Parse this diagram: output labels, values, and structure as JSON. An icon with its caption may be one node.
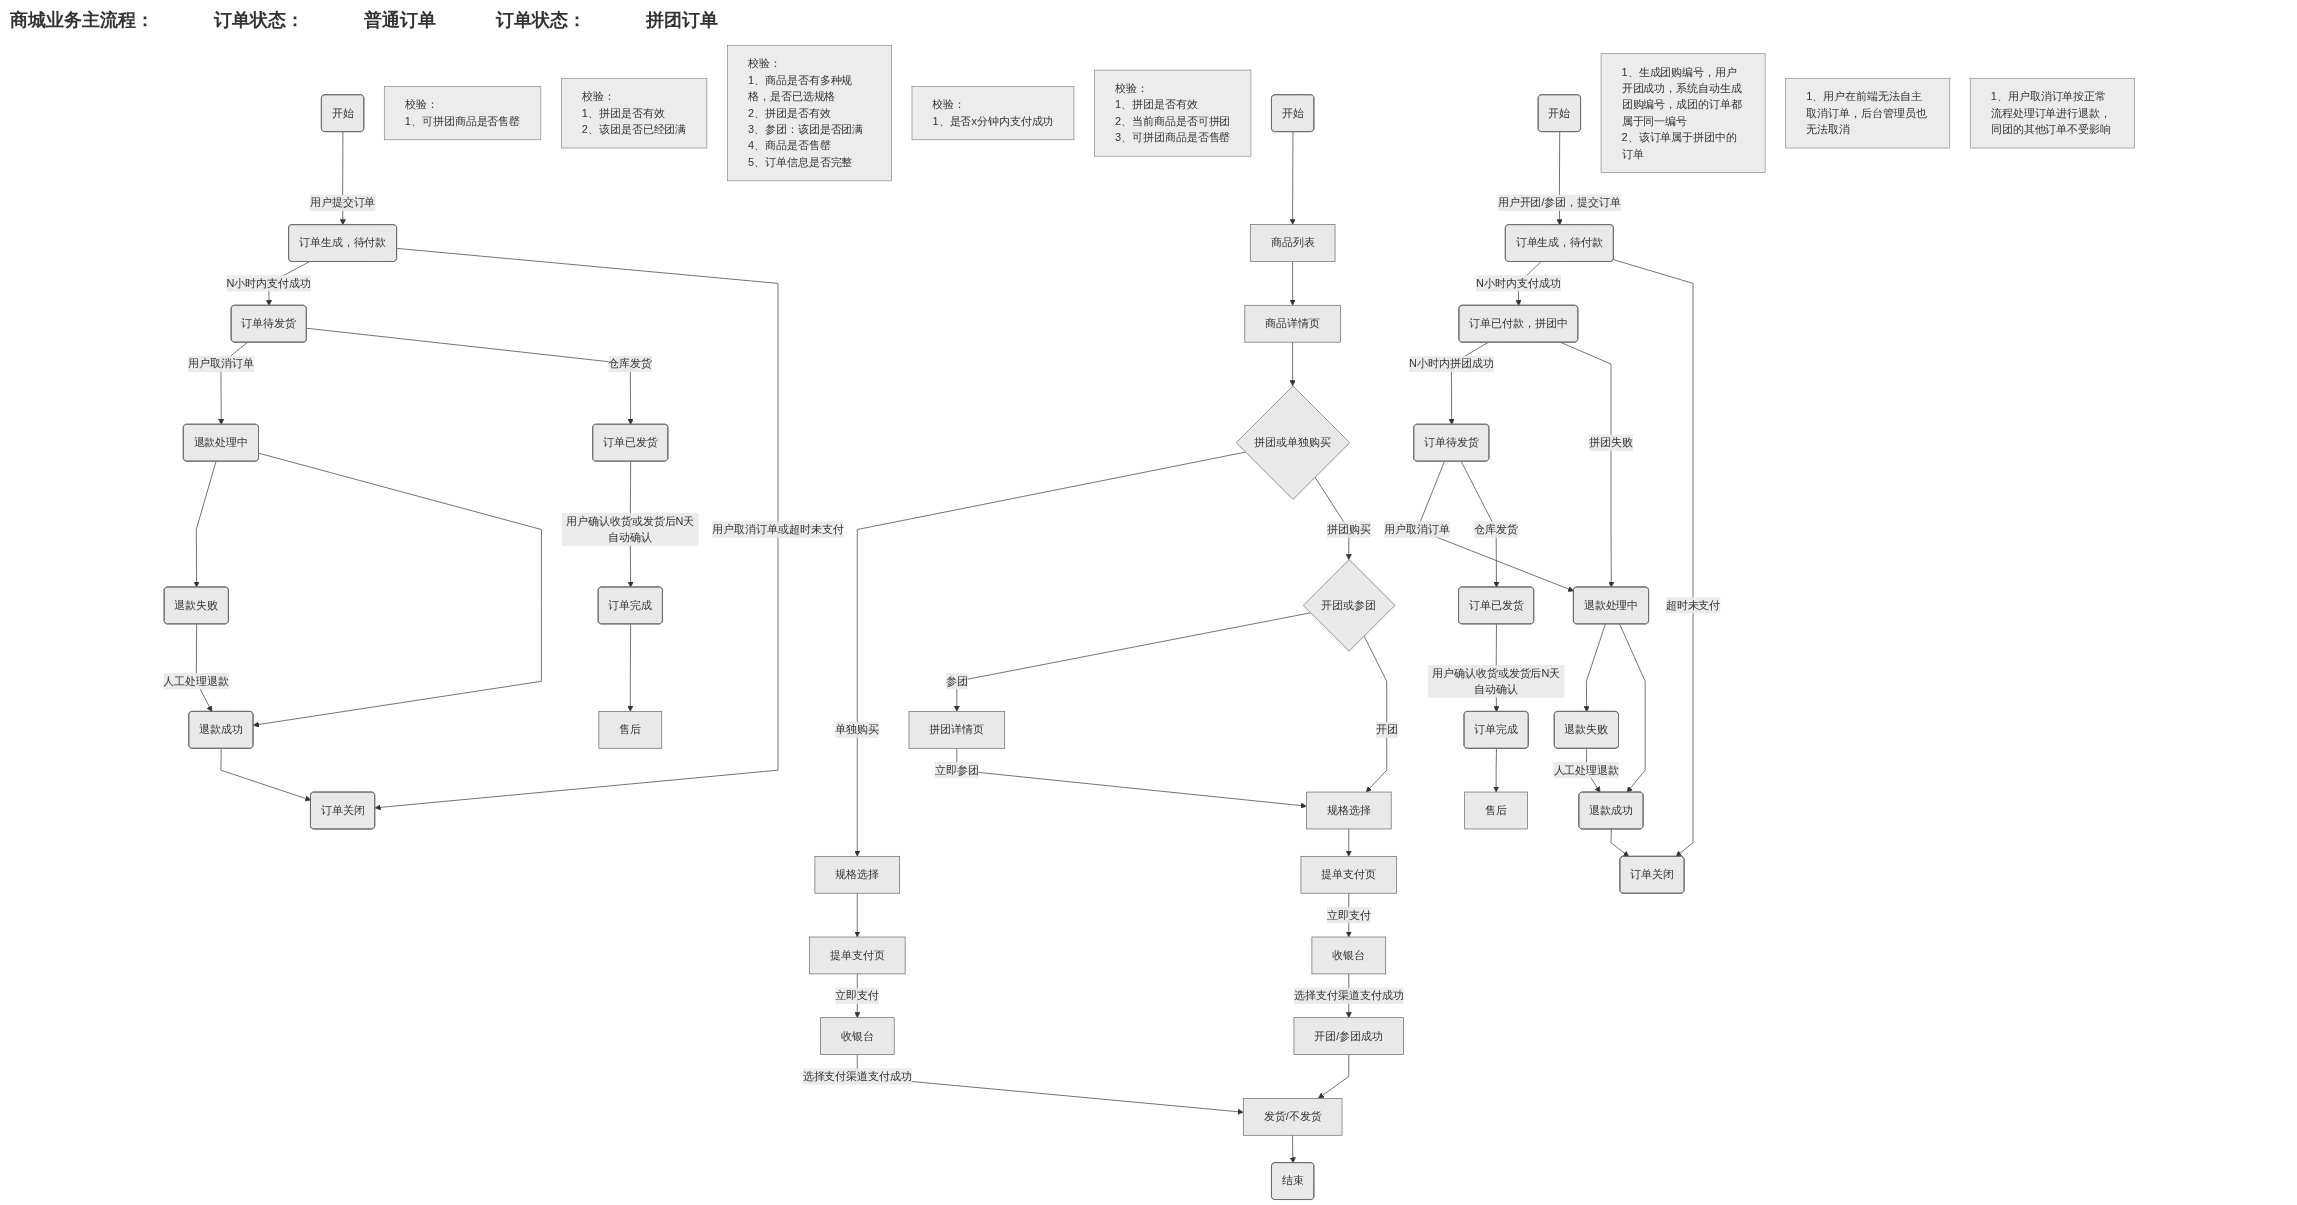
{
  "diagram": {
    "title": "商城业务主流程：",
    "nodes": [
      {
        "text": [
          "开始"
        ]
      },
      {
        "text": [
          "商品列表"
        ]
      },
      {
        "text": [
          "商品详情页"
        ]
      },
      {
        "text": [
          "校验：",
          "1、可拼团商品是否售罄"
        ]
      },
      {
        "text": [
          "拼团或单独购买"
        ]
      },
      {
        "text": [
          "开团或参团"
        ]
      },
      {
        "text": [
          "拼团详情页"
        ]
      },
      {
        "text": [
          "规格选择"
        ]
      },
      {
        "text": [
          "规格选择"
        ]
      },
      {
        "text": [
          "校验：",
          "1、拼团是否有效",
          "2、该团是否已经团满"
        ]
      },
      {
        "text": [
          "校验：",
          "1、商品是否有多种规格，是否已选规格",
          "2、拼团是否有效",
          "3、参团：该团是否团满",
          "4、商品是否售罄",
          "5、订单信息是否完整"
        ]
      },
      {
        "text": [
          "提单支付页"
        ]
      },
      {
        "text": [
          "提单支付页"
        ]
      },
      {
        "text": [
          "收银台"
        ]
      },
      {
        "text": [
          "收银台"
        ]
      },
      {
        "text": [
          "校验：",
          "1、是否x分钟内支付成功"
        ]
      },
      {
        "text": [
          "开团/参团成功"
        ]
      },
      {
        "text": [
          "校验：",
          "1、拼团是否有效",
          "2、当前商品是否可拼团",
          "3、可拼团商品是否售罄"
        ]
      },
      {
        "text": [
          "发货/不发货"
        ]
      },
      {
        "text": [
          "结束"
        ]
      },
      {
        "text": [
          "开始"
        ]
      },
      {
        "text": [
          "订单生成，待付款"
        ]
      },
      {
        "text": [
          "订单待发货"
        ]
      },
      {
        "text": [
          "订单已发货"
        ]
      },
      {
        "text": [
          "订单完成"
        ]
      },
      {
        "text": [
          "售后"
        ]
      },
      {
        "text": [
          "退款处理中"
        ]
      },
      {
        "text": [
          "退款失败"
        ]
      },
      {
        "text": [
          "退款成功"
        ]
      },
      {
        "text": [
          "订单关闭"
        ]
      },
      {
        "text": [
          "开始"
        ]
      },
      {
        "text": [
          "订单生成，待付款"
        ]
      },
      {
        "text": [
          "1、生成团购编号，用户开团成功，系统自动生成团购编号，成团的订单都属于同一编号",
          "2、该订单属于拼团中的订单"
        ]
      },
      {
        "text": [
          "1、用户在前端无法自主取消订单，后台管理员也无法取消"
        ]
      },
      {
        "text": [
          "订单已付款，拼团中"
        ]
      },
      {
        "text": [
          "订单待发货"
        ]
      },
      {
        "text": [
          "1、用户取消订单按正常流程处理订单进行退款，同团的其他订单不受影响"
        ]
      },
      {
        "text": [
          "订单已发货"
        ]
      },
      {
        "text": [
          "退款处理中"
        ]
      },
      {
        "text": [
          "退款失败"
        ]
      },
      {
        "text": [
          "退款成功"
        ]
      },
      {
        "text": [
          "订单完成"
        ]
      },
      {
        "text": [
          "订单关闭"
        ]
      },
      {
        "text": [
          "售后"
        ]
      }
    ],
    "edges": [
      {
        "from": 0,
        "to": 1,
        "arrow": "to"
      },
      {
        "from": 1,
        "to": 2,
        "arrow": "to"
      },
      {
        "from": 2,
        "to": 4,
        "arrow": "to"
      },
      {
        "from": 4,
        "to": 7,
        "arrow": "to",
        "label": "单独购买"
      },
      {
        "from": 4,
        "to": 5,
        "arrow": "to",
        "label": "拼团购买"
      },
      {
        "from": 5,
        "to": 6,
        "arrow": "to",
        "label": "参团"
      },
      {
        "from": 5,
        "to": 8,
        "arrow": "to",
        "label": "开团"
      },
      {
        "from": 6,
        "to": 8,
        "arrow": "to",
        "label": "立即参团"
      },
      {
        "from": 7,
        "to": 11,
        "arrow": "to"
      },
      {
        "from": 8,
        "to": 12,
        "arrow": "to"
      },
      {
        "from": 11,
        "to": 13,
        "arrow": "to",
        "label": "立即支付"
      },
      {
        "from": 12,
        "to": 14,
        "arrow": "to",
        "label": "立即支付"
      },
      {
        "from": 13,
        "to": 18,
        "arrow": "to",
        "label": "选择支付渠道支付成功"
      },
      {
        "from": 14,
        "to": 16,
        "arrow": "to",
        "label": "选择支付渠道支付成功"
      },
      {
        "from": 16,
        "to": 18,
        "arrow": "to"
      },
      {
        "from": 18,
        "to": 19,
        "arrow": "to"
      },
      {
        "from": 20,
        "to": 21,
        "arrow": "to",
        "label": "用户提交订单"
      },
      {
        "from": 21,
        "to": 22,
        "arrow": "to",
        "label": "N小时内支付成功"
      },
      {
        "from": 21,
        "to": 29,
        "arrow": "to",
        "label": "用户取消订单或超时未支付"
      },
      {
        "from": 22,
        "to": 26,
        "arrow": "to",
        "label": "用户取消订单"
      },
      {
        "from": 22,
        "to": 23,
        "arrow": "to",
        "label": "仓库发货"
      },
      {
        "from": 23,
        "to": 24,
        "arrow": "to",
        "label": "用户确认收货或发货后N天自动确认"
      },
      {
        "from": 24,
        "to": 25,
        "arrow": "to"
      },
      {
        "from": 26,
        "to": 27,
        "arrow": "to"
      },
      {
        "from": 26,
        "to": 28,
        "arrow": "to"
      },
      {
        "from": 27,
        "to": 28,
        "arrow": "to",
        "label": "人工处理退款"
      },
      {
        "from": 28,
        "to": 29,
        "arrow": "to"
      },
      {
        "from": 30,
        "to": 31,
        "arrow": "to",
        "label": "用户开团/参团，提交订单"
      },
      {
        "from": 31,
        "to": 34,
        "arrow": "to",
        "label": "N小时内支付成功"
      },
      {
        "from": 31,
        "to": 42,
        "arrow": "to",
        "label": "超时未支付"
      },
      {
        "from": 34,
        "to": 35,
        "arrow": "to",
        "label": "N小时内拼团成功"
      },
      {
        "from": 34,
        "to": 38,
        "arrow": "to",
        "label": "拼团失败"
      },
      {
        "from": 35,
        "to": 38,
        "arrow": "to",
        "label": "用户取消订单"
      },
      {
        "from": 35,
        "to": 37,
        "arrow": "to",
        "label": "仓库发货"
      },
      {
        "from": 37,
        "to": 41,
        "arrow": "to",
        "label": "用户确认收货或发货后N天自动确认"
      },
      {
        "from": 41,
        "to": 43,
        "arrow": "to"
      },
      {
        "from": 38,
        "to": 39,
        "arrow": "to"
      },
      {
        "from": 38,
        "to": 40,
        "arrow": "to"
      },
      {
        "from": 39,
        "to": 40,
        "arrow": "to",
        "label": "人工处理退款"
      },
      {
        "from": 40,
        "to": 42,
        "arrow": "to"
      }
    ],
    "labels": [
      "订单状态：",
      "普通订单",
      "订单状态：",
      "拼团订单"
    ]
  }
}
